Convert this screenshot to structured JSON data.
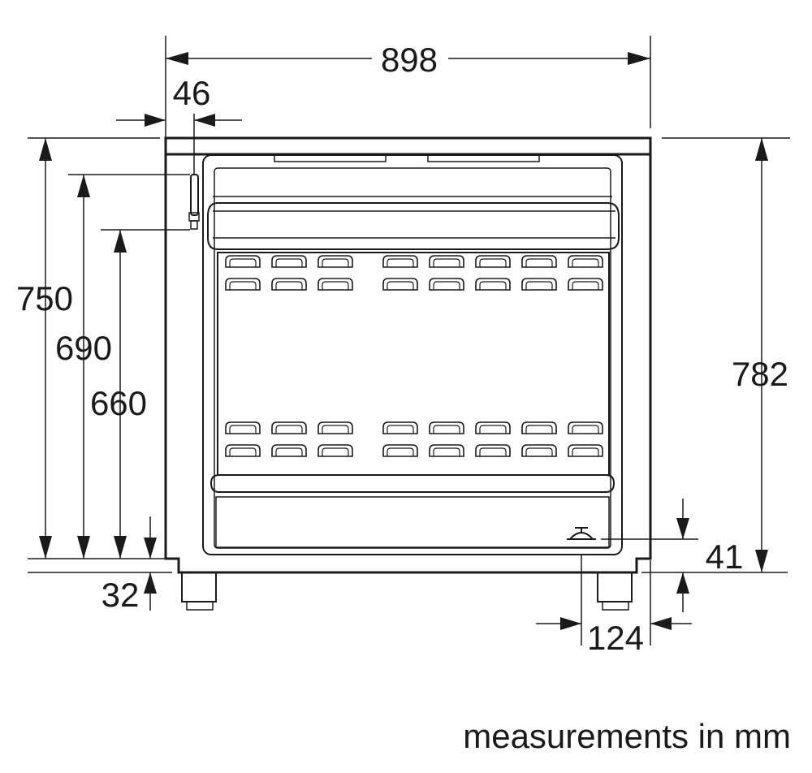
{
  "diagram": {
    "dimensions": {
      "width_total": "898",
      "side_offset": "46",
      "height_750": "750",
      "height_690": "690",
      "height_660": "660",
      "height_782": "782",
      "foot_32": "32",
      "connector_41": "41",
      "connector_124": "124"
    },
    "caption": "measurements in mm"
  }
}
